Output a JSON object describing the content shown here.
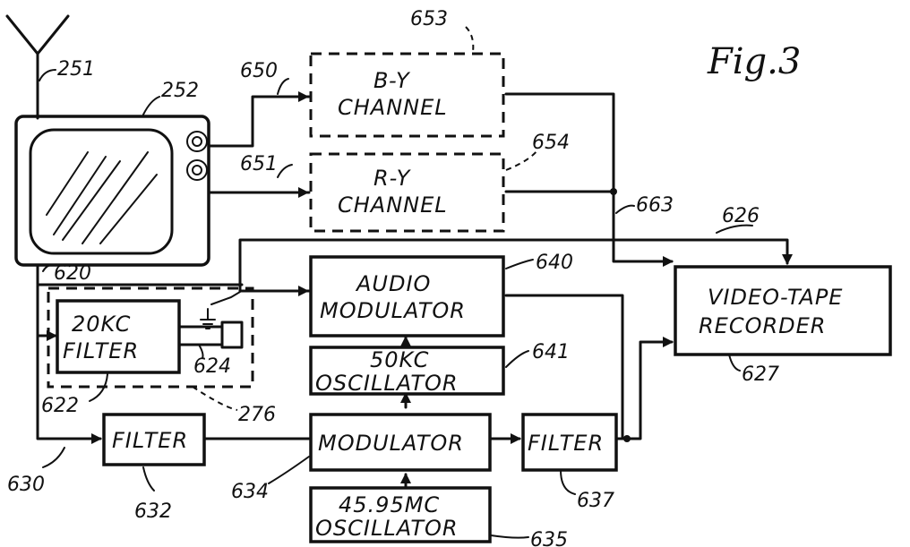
{
  "figure": {
    "title": "Fig.3"
  },
  "blocks": {
    "by_channel": [
      "B-Y",
      "CHANNEL"
    ],
    "ry_channel": [
      "R-Y",
      "CHANNEL"
    ],
    "audio_modulator": [
      "AUDIO",
      "MODULATOR"
    ],
    "oscillator_50kc": [
      "50KC",
      "OSCILLATOR"
    ],
    "filter_20kc": [
      "20KC",
      "FILTER"
    ],
    "filter_632": "FILTER",
    "modulator": "MODULATOR",
    "filter_637": "FILTER",
    "oscillator_4595": [
      "45.95MC",
      "OSCILLATOR"
    ],
    "vtr": [
      "VIDEO-TAPE",
      "RECORDER"
    ]
  },
  "refs": {
    "r251": "251",
    "r252": "252",
    "r650": "650",
    "r651": "651",
    "r653": "653",
    "r654": "654",
    "r663": "663",
    "r626": "626",
    "r620": "620",
    "r640": "640",
    "r641": "641",
    "r622": "622",
    "r624": "624",
    "r276": "276",
    "r627": "627",
    "r630": "630",
    "r632": "632",
    "r634": "634",
    "r637": "637",
    "r635": "635"
  }
}
